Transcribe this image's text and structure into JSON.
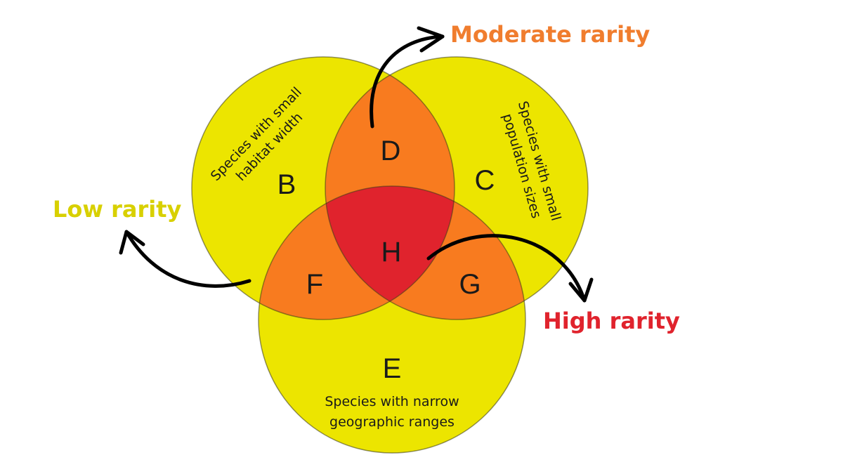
{
  "colors": {
    "single": "#ece500",
    "double": "#f87b1f",
    "triple": "#e0232d",
    "low_rarity": "#d8d000",
    "moderate_rarity": "#f07d2e",
    "high_rarity": "#e0232d"
  },
  "regions": {
    "B": "B",
    "C": "C",
    "D": "D",
    "E": "E",
    "F": "F",
    "G": "G",
    "H": "H"
  },
  "sets": {
    "habitat": [
      "Species with small",
      "habitat width"
    ],
    "population": [
      "Species with small",
      "population sizes"
    ],
    "geographic": [
      "Species with narrow",
      "geographic ranges"
    ]
  },
  "legend": {
    "low": "Low rarity",
    "moderate": "Moderate rarity",
    "high": "High rarity"
  }
}
